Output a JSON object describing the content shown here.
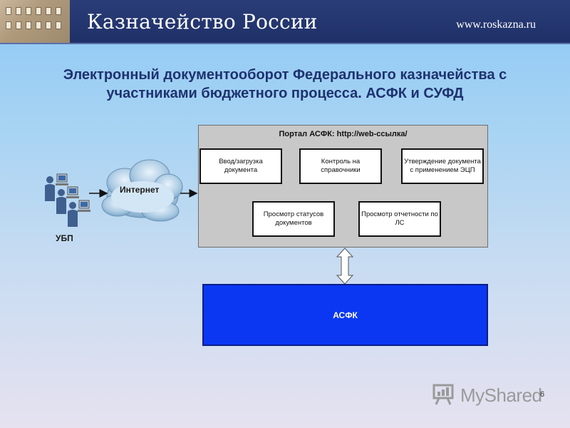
{
  "header": {
    "title": "Казначейство России",
    "url": "www.roskazna.ru"
  },
  "slide": {
    "title": "Электронный документооборот Федерального казначейства с участниками бюджетного процесса. АСФК и СУФД"
  },
  "diagram": {
    "portal_title": "Портал АСФК: http://web-ссылка/",
    "boxes": {
      "upload": "Ввод/загрузка документа",
      "control": "Контроль на справочники",
      "approve": "Утверждение документа с применением ЭЦП",
      "status": "Просмотр статусов документов",
      "reports": "Просмотр отчетности по ЛС"
    },
    "cloud_label": "Интернет",
    "users_label": "УБП",
    "asfk_label": "АСФК"
  },
  "watermark": {
    "logo_text": "MyShared",
    "page_number": "6"
  },
  "colors": {
    "header_bg": "#1f3068",
    "title_text": "#1e3270",
    "asfk_fill": "#0b37f2",
    "portal_fill": "#c8c8c8"
  }
}
